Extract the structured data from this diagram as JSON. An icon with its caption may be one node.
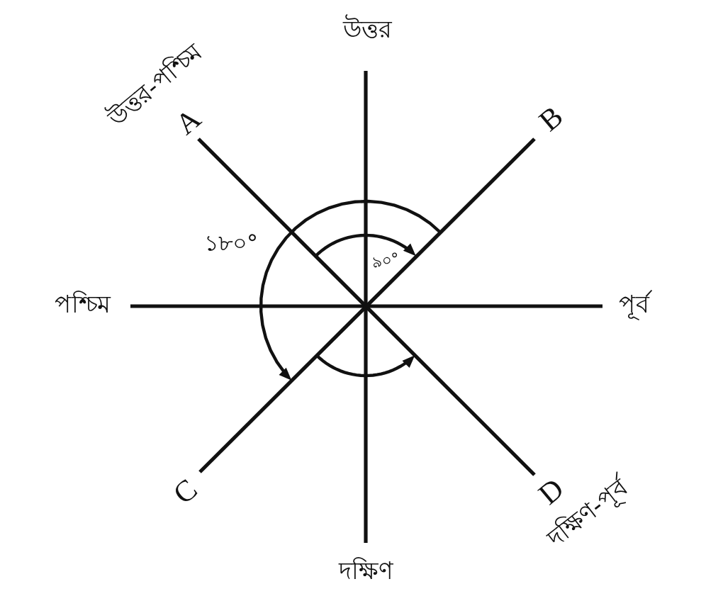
{
  "diagram": {
    "labels": [
      "উত্তর",
      "উত্তর-পশ্চিম",
      "A",
      "B",
      "১৮০°",
      "৯০°",
      "পশ্চিম",
      "পূর্ব",
      "C",
      "D",
      "দক্ষিণ-পূর্ব",
      "দক্ষিণ"
    ]
  }
}
